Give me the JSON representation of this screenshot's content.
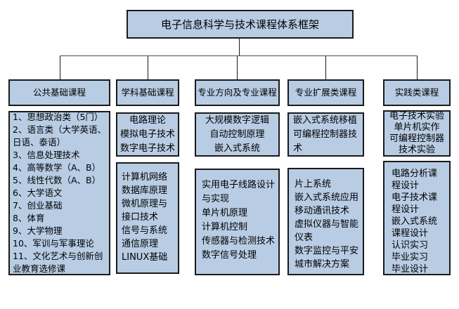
{
  "diagram": {
    "title": "电子信息科学与技术课程体系框架",
    "columns": [
      {
        "header": "公共基础课程",
        "boxes": [
          {
            "lines": [
              "1、思想政治类（5门）",
              "2、语言类（大学英语、",
              "日语、泰语）",
              "3、信息处理技术",
              "4、高等数学（A、B）",
              "5、线性代数（A、B）",
              "6、大学语文",
              "7、创业基础",
              "8、体育",
              "9、大学物理",
              "10、军训与军事理论",
              "11、文化艺术与创新创",
              "业教育选修课"
            ]
          }
        ]
      },
      {
        "header": "学科基础课程",
        "boxes": [
          {
            "lines": [
              "电路理论",
              "模拟电子技术",
              "数字电子技术"
            ]
          },
          {
            "lines": [
              "计算机网络",
              "数据库原理",
              "微机原理与",
              "接口技术",
              "信号与系统",
              "通信原理",
              "LINUX基础"
            ]
          }
        ]
      },
      {
        "header": "专业方向及专业课程",
        "boxes": [
          {
            "lines": [
              "大规模数字逻辑",
              "自动控制原理",
              "嵌入式系统"
            ]
          },
          {
            "lines": [
              "实用电子线路设计",
              "与实现",
              "单片机原理",
              "计算机控制",
              "传感器与检测技术",
              "数字信号处理"
            ]
          }
        ]
      },
      {
        "header": "专业扩展类课程",
        "boxes": [
          {
            "lines": [
              "嵌入式系统移植",
              "可编程控制器技",
              "术"
            ]
          },
          {
            "lines": [
              "片上系统",
              "嵌入式系统应用",
              "移动通讯技术",
              "虚拟仪器与智能",
              "仪表",
              "数字监控与平安",
              "城市解决方案"
            ]
          }
        ]
      },
      {
        "header": "实践类课程",
        "boxes": [
          {
            "lines": [
              "电子技术实验",
              "单片机实作",
              "可编程控制器",
              "技术实验"
            ]
          },
          {
            "lines": [
              "电路分析课",
              "程设计",
              "电子技术课",
              "程设计",
              "嵌入式系统",
              "课程设计",
              "认识实习",
              "毕业实习",
              "毕业设计"
            ]
          }
        ]
      }
    ]
  },
  "colors": {
    "box_fill": "#b8cce4",
    "box_border": "#1a1a1a",
    "connector": "#4d4d4d",
    "background": "#ffffff"
  }
}
